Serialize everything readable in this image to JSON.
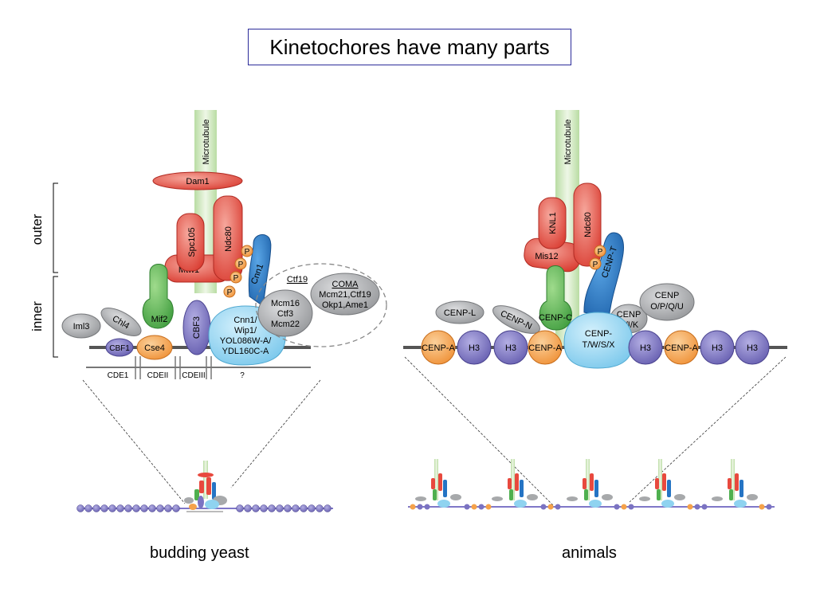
{
  "title": "Kinetochores have many parts",
  "side_labels": {
    "outer": "outer",
    "inner": "inner"
  },
  "captions": {
    "left": "budding yeast",
    "right": "animals"
  },
  "yeast": {
    "microtubule": "Microtubule",
    "dam1": "Dam1",
    "spc105": "Spc105",
    "ndc80": "Ndc80",
    "mtw1": "Mtw1",
    "cnn1": "Cnn1",
    "mif2": "Mif2",
    "chl4": "Chl4",
    "iml3": "Iml3",
    "cbf1": "CBF1",
    "cse4": "Cse4",
    "cbf3": "CBF3",
    "cnn1_group": [
      "Cnn1/",
      "Wip1/",
      "YOL086W-A/",
      "YDL160C-A"
    ],
    "ctf19": "Ctf19",
    "mcm_group": [
      "Mcm16",
      "Ctf3",
      "Mcm22"
    ],
    "coma": "COMA",
    "coma_group": [
      "Mcm21,Ctf19",
      "Okp1,Ame1"
    ],
    "phospho": "P",
    "cde": [
      "CDE1",
      "CDEII",
      "CDEIII",
      "?"
    ]
  },
  "animal": {
    "microtubule": "Microtubule",
    "knl1": "KNL1",
    "ndc80": "Ndc80",
    "mis12": "Mis12",
    "cenp_t": "CENP-T",
    "cenp_c": "CENP-C",
    "cenp_l": "CENP-L",
    "cenp_n": "CENP-N",
    "cenp_hik": [
      "CENP",
      "H/I/K"
    ],
    "cenp_opqu": [
      "CENP",
      "O/P/Q/U"
    ],
    "cenp_twsx": [
      "CENP-",
      "T/W/S/X"
    ],
    "cenp_a": "CENP-A",
    "h3": "H3",
    "phospho": "P"
  },
  "colors": {
    "red": "#e8493e",
    "blue": "#2574c4",
    "green": "#4fb04f",
    "orange": "#f5a24a",
    "purple": "#7b73c2",
    "gray": "#a7a9ab",
    "lightblue": "#8fd3f0",
    "microtubule": "#cfe8bf"
  }
}
